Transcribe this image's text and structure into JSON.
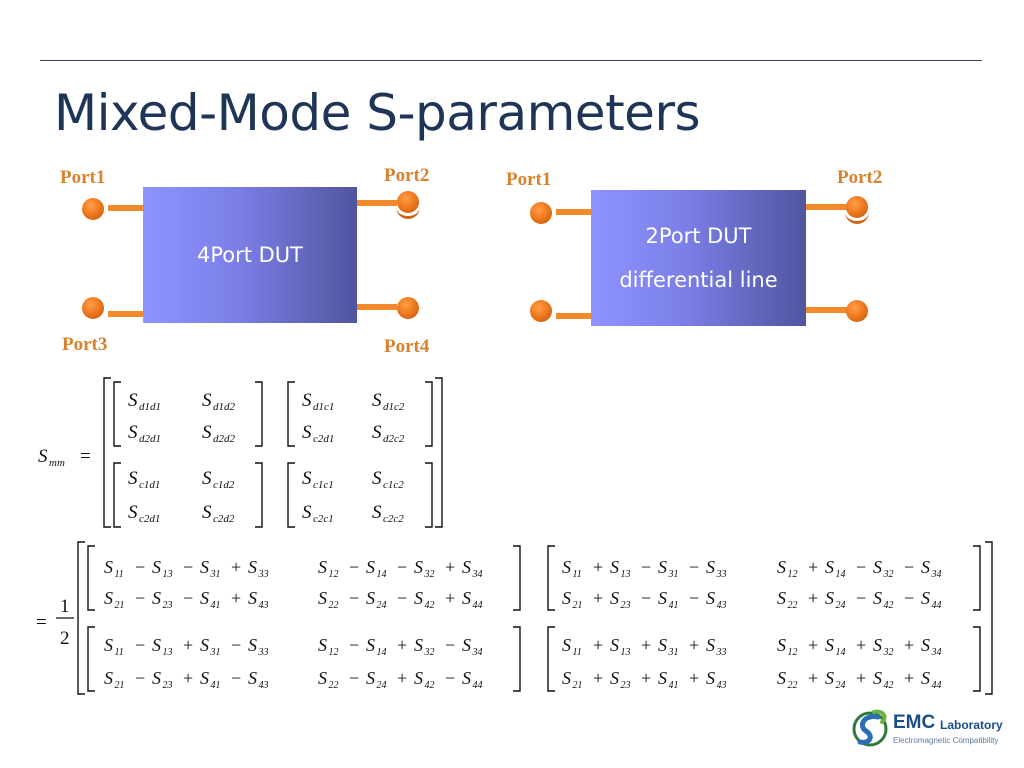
{
  "slide": {
    "title": "Mixed-Mode S-parameters"
  },
  "diagram_left": {
    "dut_label": "4Port DUT",
    "ports": [
      "Port1",
      "Port2",
      "Port3",
      "Port4"
    ]
  },
  "diagram_right": {
    "dut_line1": "2Port DUT",
    "dut_line2": "differential line",
    "ports": [
      "Port1",
      "Port2"
    ]
  },
  "equation": {
    "lhs": "S",
    "lhs_sub": "mm",
    "fraction_num": "1",
    "fraction_den": "2",
    "mm_matrix": [
      [
        [
          "d1d1",
          "d1d2"
        ],
        [
          "d2d1",
          "d2d2"
        ]
      ],
      [
        [
          "d1c1",
          "d1c2"
        ],
        [
          "c2d1",
          "d2c2"
        ]
      ],
      [
        [
          "c1d1",
          "c1d2"
        ],
        [
          "c2d1",
          "c2d2"
        ]
      ],
      [
        [
          "c1c1",
          "c1c2"
        ],
        [
          "c2c1",
          "c2c2"
        ]
      ]
    ],
    "expanded": [
      [
        [
          "11",
          "−",
          "13",
          "−",
          "31",
          "+",
          "33"
        ],
        [
          "12",
          "−",
          "14",
          "−",
          "32",
          "+",
          "34"
        ],
        [
          "21",
          "−",
          "23",
          "−",
          "41",
          "+",
          "43"
        ],
        [
          "22",
          "−",
          "24",
          "−",
          "42",
          "+",
          "44"
        ]
      ],
      [
        [
          "11",
          "+",
          "13",
          "−",
          "31",
          "−",
          "33"
        ],
        [
          "12",
          "+",
          "14",
          "−",
          "32",
          "−",
          "34"
        ],
        [
          "21",
          "+",
          "23",
          "−",
          "41",
          "−",
          "43"
        ],
        [
          "22",
          "+",
          "24",
          "−",
          "42",
          "−",
          "44"
        ]
      ],
      [
        [
          "11",
          "−",
          "13",
          "+",
          "31",
          "−",
          "33"
        ],
        [
          "12",
          "−",
          "14",
          "+",
          "32",
          "−",
          "34"
        ],
        [
          "21",
          "−",
          "23",
          "+",
          "41",
          "−",
          "43"
        ],
        [
          "22",
          "−",
          "24",
          "+",
          "42",
          "−",
          "44"
        ]
      ],
      [
        [
          "11",
          "+",
          "13",
          "+",
          "31",
          "+",
          "33"
        ],
        [
          "12",
          "+",
          "14",
          "+",
          "32",
          "+",
          "34"
        ],
        [
          "21",
          "+",
          "23",
          "+",
          "41",
          "+",
          "43"
        ],
        [
          "22",
          "+",
          "24",
          "+",
          "42",
          "+",
          "44"
        ]
      ]
    ]
  },
  "logo": {
    "name": "EMC",
    "name_suffix": "Laboratory",
    "tagline": "Electromagnetic Compatibility"
  },
  "colors": {
    "title": "#1f3558",
    "port_label": "#d9822b",
    "dut_gradient_start": "#8f93ff",
    "dut_gradient_end": "#50559f"
  }
}
